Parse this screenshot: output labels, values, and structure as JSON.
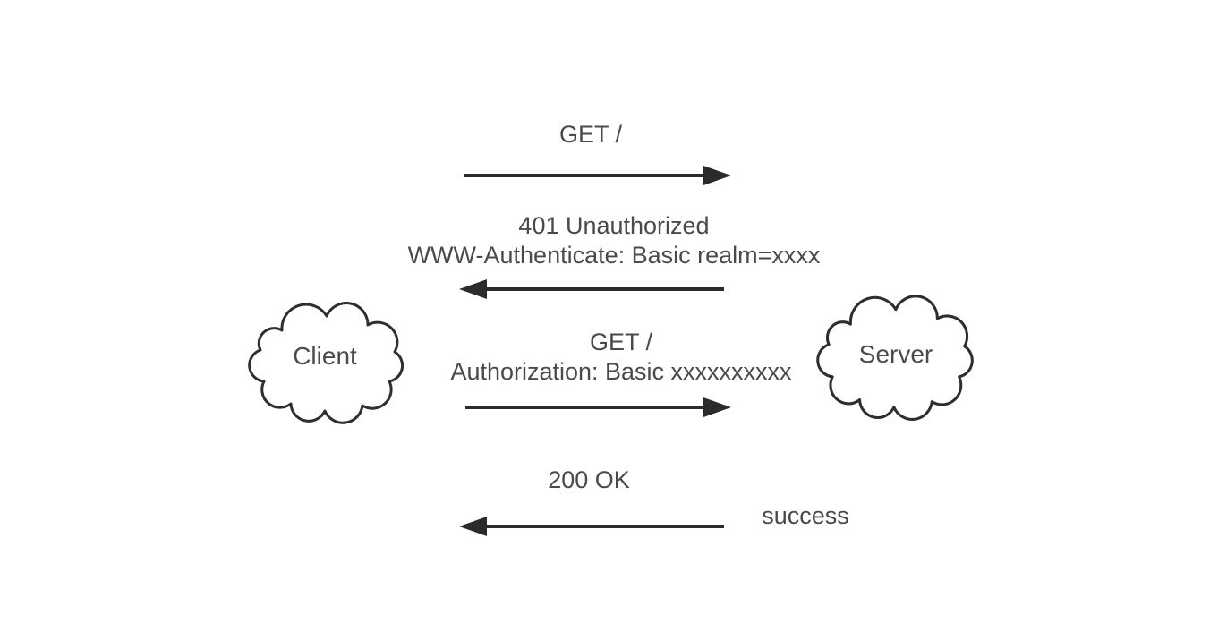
{
  "diagram": {
    "nodes": {
      "client": {
        "label": "Client",
        "shape": "cloud"
      },
      "server": {
        "label": "Server",
        "shape": "cloud"
      }
    },
    "messages": [
      {
        "direction": "right",
        "from": "Client",
        "to": "Server",
        "lines": [
          "GET /"
        ]
      },
      {
        "direction": "left",
        "from": "Server",
        "to": "Client",
        "lines": [
          "401 Unauthorized",
          "WWW-Authenticate: Basic realm=xxxx"
        ]
      },
      {
        "direction": "right",
        "from": "Client",
        "to": "Server",
        "lines": [
          "GET /",
          "Authorization: Basic xxxxxxxxxx"
        ]
      },
      {
        "direction": "left",
        "from": "Server",
        "to": "Client",
        "lines": [
          "200 OK"
        ],
        "note": "success"
      }
    ],
    "colors": {
      "background": "#ffffff",
      "arrow": "#2b2b2b",
      "cloud_stroke": "#2e2e2e",
      "text": "#4a4a4a"
    }
  }
}
